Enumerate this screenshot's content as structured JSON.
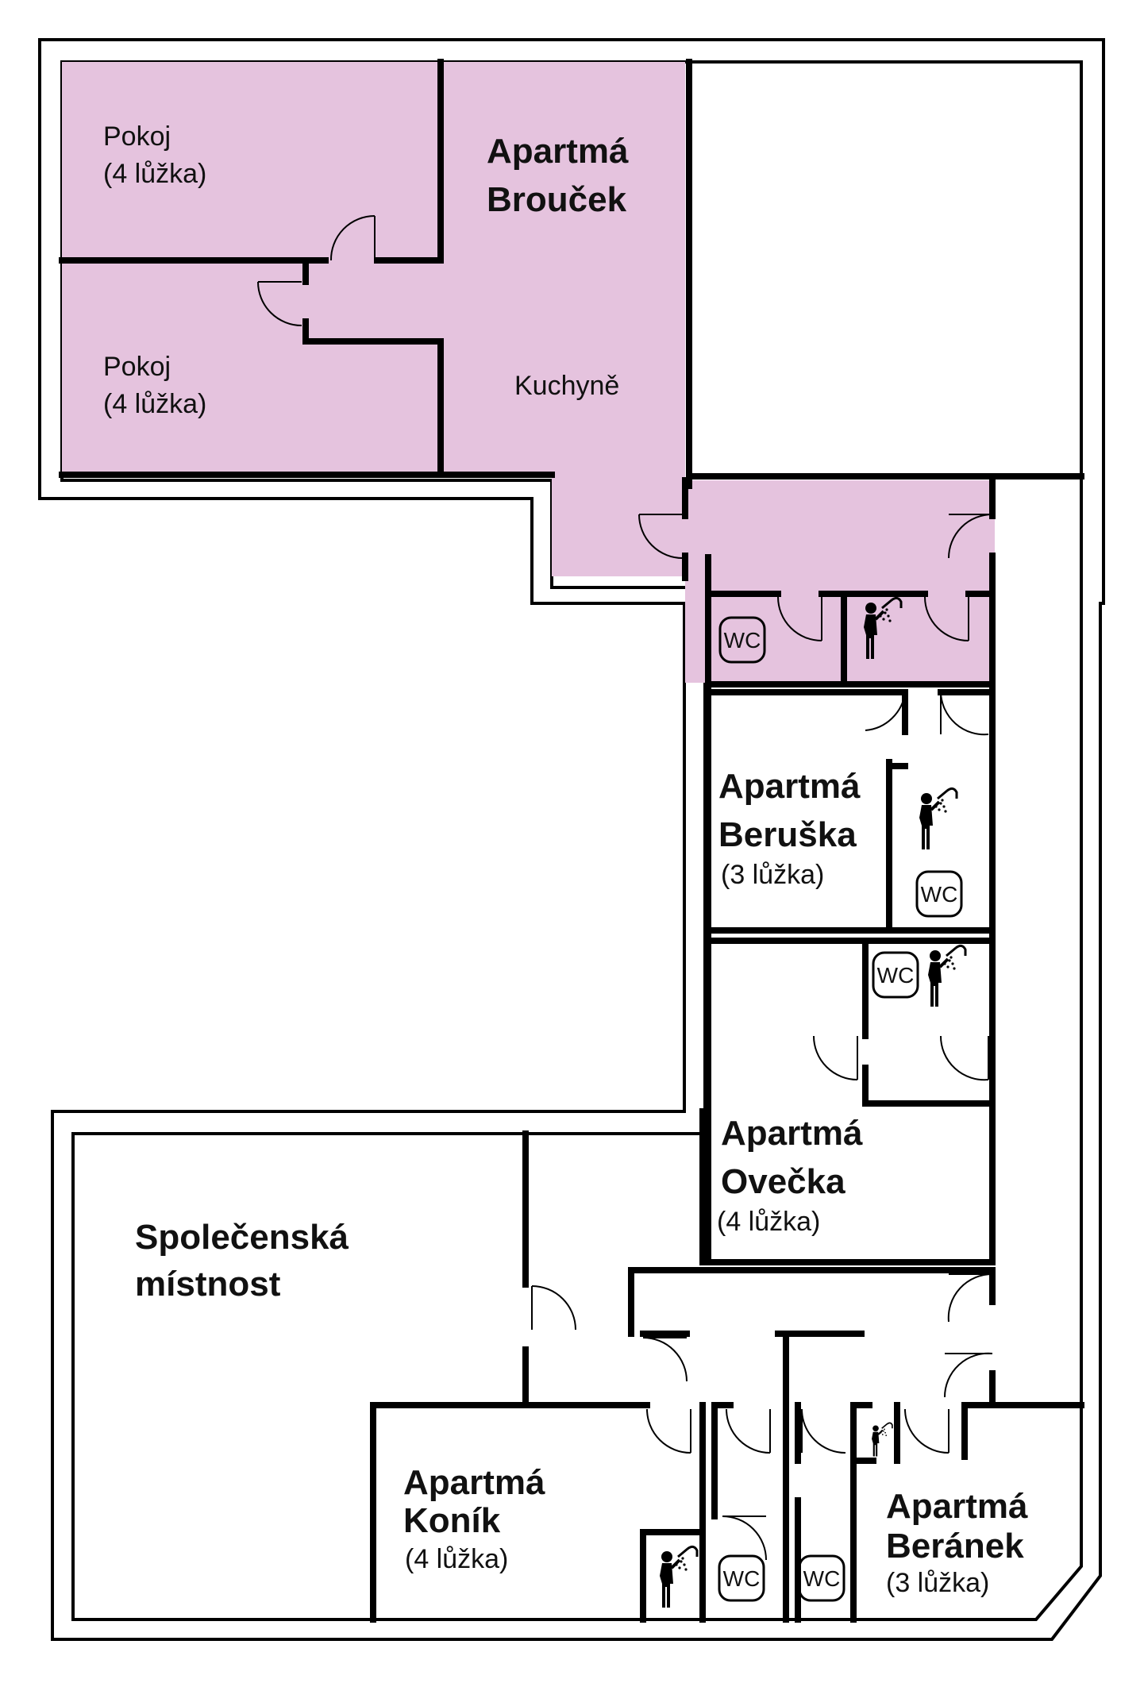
{
  "colors": {
    "apartment_fill": "#e5c3de",
    "wall": "#000000",
    "background": "#ffffff"
  },
  "rooms": {
    "pokoj1": {
      "name": "Pokoj",
      "beds": "(4 lůžka)"
    },
    "pokoj2": {
      "name": "Pokoj",
      "beds": "(4 lůžka)"
    },
    "broucek": {
      "line1": "Apartmá",
      "line2": "Brouček"
    },
    "kuchyne": {
      "name": "Kuchyně"
    },
    "beruska": {
      "line1": "Apartmá",
      "line2": "Beruška",
      "beds": "(3 lůžka)"
    },
    "ovecka": {
      "line1": "Apartmá",
      "line2": "Ovečka",
      "beds": "(4 lůžka)"
    },
    "spolecenska": {
      "line1": "Společenská",
      "line2": "místnost"
    },
    "konik": {
      "line1": "Apartmá",
      "line2": "Koník",
      "beds": "(4 lůžka)"
    },
    "beranek": {
      "line1": "Apartmá",
      "line2": "Beránek",
      "beds": "(3 lůžka)"
    }
  },
  "wc_label": "WC",
  "icons": [
    "wc-icon",
    "shower-icon",
    "door-swing-icon"
  ]
}
